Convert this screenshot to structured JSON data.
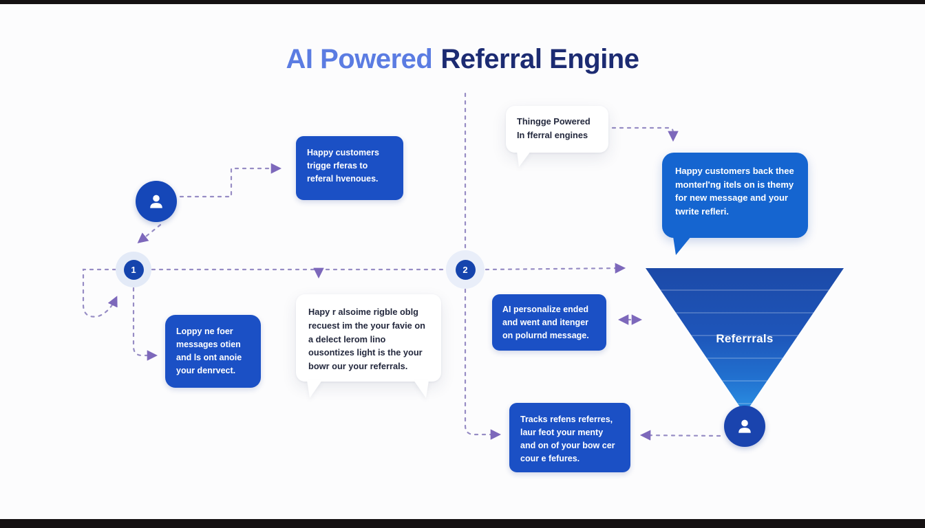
{
  "title": {
    "part1": "AI Powered",
    "part2": "Referral Engine"
  },
  "colors": {
    "title_accent": "#5b7ce2",
    "title_dark": "#1c2b72",
    "box_blue": "#1b50c5",
    "bubble_blue": "#1565d0",
    "funnel_top": "#1c4aa8",
    "funnel_bottom": "#2c92e4",
    "connector": "#968cc4",
    "arrowhead": "#7d68bb",
    "node_blue": "#1544ad"
  },
  "steps": {
    "node1": "1",
    "node2": "2"
  },
  "callouts": {
    "box_trigger": "Happy customers trigge rferas to referal hvenoues.",
    "bubble_powered": "Thingge Powered In fferral engines",
    "bubble_monitor": "Happy customers back thee monterl'ng itels on is themy for new message and your twrite refleri.",
    "box_messages": "Loppy ne foer messages otien and ls ont anoie your denrvect.",
    "bubble_requests": "Hapy r alsoime rigble oblg recuest im the your favie on a delect lerom lino ousontizes light is the your bowr our your referrals.",
    "box_personalize": "AI personalize ended and went and itenger on polurnd message.",
    "box_tracks": "Tracks refens referres, laur feot your menty and on of your bow cer cour e fefures."
  },
  "funnel": {
    "label": "Referrrals"
  },
  "icons": {
    "person_top": "person-icon",
    "person_bottom": "person-icon"
  }
}
